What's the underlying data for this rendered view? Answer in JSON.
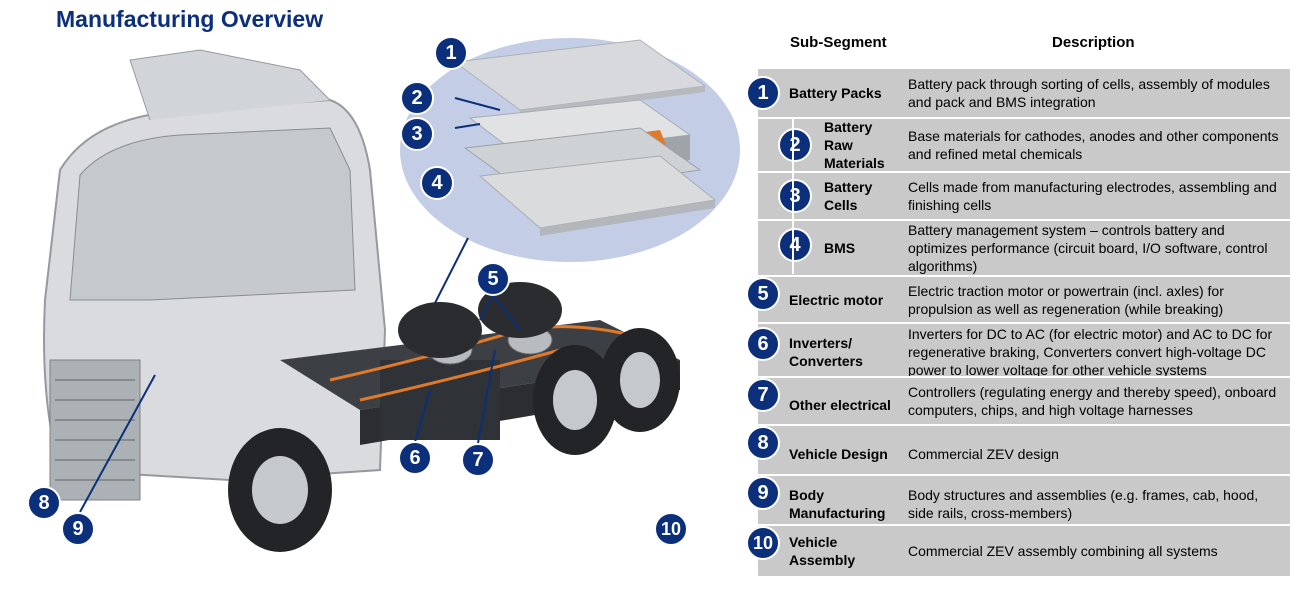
{
  "title": "Manufacturing Overview",
  "table": {
    "col_subsegment": "Sub-Segment",
    "col_description": "Description",
    "rows": [
      {
        "num": "1",
        "name": "Battery Packs",
        "desc": "Battery pack through sorting of cells, assembly of modules and pack and BMS integration"
      },
      {
        "num": "2",
        "name": "Battery Raw Materials",
        "desc": "Base materials for cathodes, anodes and other components and refined metal chemicals"
      },
      {
        "num": "3",
        "name": "Battery Cells",
        "desc": "Cells made from manufacturing electrodes, assembling and finishing cells"
      },
      {
        "num": "4",
        "name": "BMS",
        "desc": "Battery management system – controls battery and optimizes performance (circuit board, I/O software, control algorithms)"
      },
      {
        "num": "5",
        "name": "Electric motor",
        "desc": "Electric traction motor or powertrain (incl. axles) for propulsion as well as regeneration (while breaking)"
      },
      {
        "num": "6",
        "name": "Inverters/ Converters",
        "desc": "Inverters for DC to AC (for electric motor) and AC to DC for regenerative braking, Converters convert high-voltage DC power to lower voltage for other vehicle systems"
      },
      {
        "num": "7",
        "name": "Other electrical",
        "desc": "Controllers (regulating energy and thereby speed), onboard computers, chips, and high voltage harnesses"
      },
      {
        "num": "8",
        "name": "Vehicle Design",
        "desc": "Commercial ZEV design"
      },
      {
        "num": "9",
        "name": "Body Manufacturing",
        "desc": "Body structures and assemblies (e.g. frames, cab, hood, side rails, cross-members)"
      },
      {
        "num": "10",
        "name": "Vehicle Assembly",
        "desc": "Commercial ZEV assembly combining all systems"
      }
    ]
  },
  "diagram_labels": [
    "1",
    "2",
    "3",
    "4",
    "5",
    "6",
    "7",
    "8",
    "9",
    "10"
  ],
  "colors": {
    "accent": "#0b2f7a",
    "row_bg": "#c9c9c9",
    "ellipse": "#c3cde6",
    "cable": "#e07a2a"
  }
}
